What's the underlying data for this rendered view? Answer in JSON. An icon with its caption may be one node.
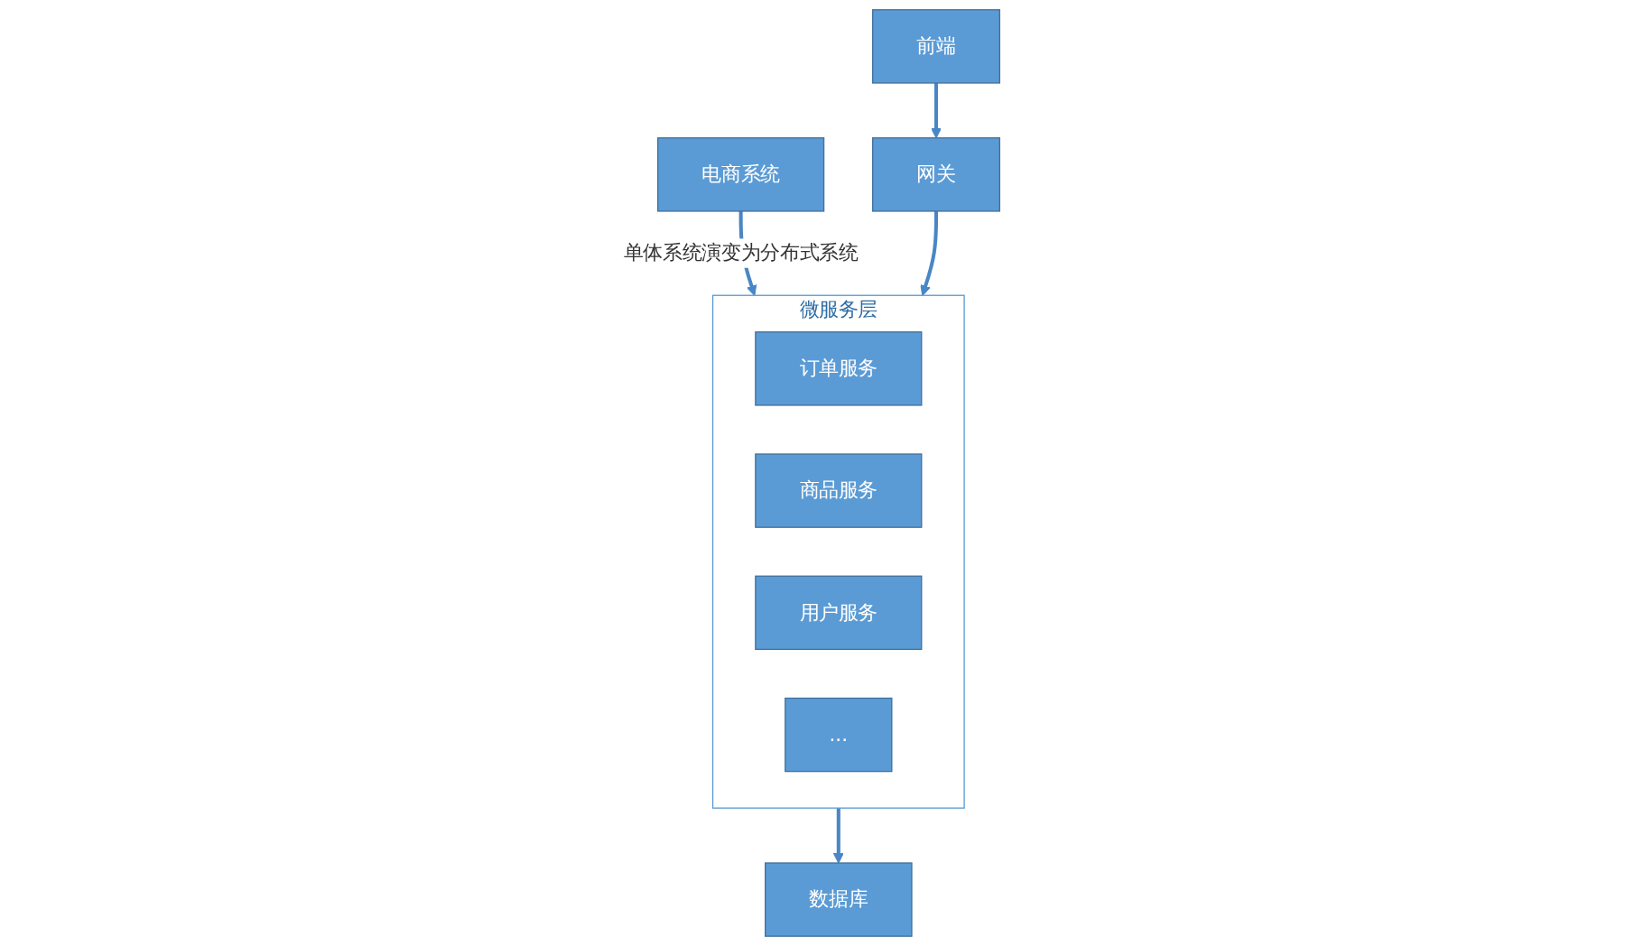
{
  "diagram": {
    "nodes": [
      {
        "text": [
          "电商系统"
        ]
      },
      {
        "text": [
          "前端"
        ]
      },
      {
        "text": [
          "网关"
        ]
      },
      {
        "text": [
          "微服务层"
        ]
      },
      {
        "text": [
          "订单服务"
        ],
        "in": 3
      },
      {
        "text": [
          "商品服务"
        ],
        "in": 3
      },
      {
        "text": [
          "用户服务"
        ],
        "in": 3
      },
      {
        "text": [
          "..."
        ],
        "in": 3
      },
      {
        "text": [
          "数据库"
        ]
      }
    ],
    "edges": [
      {
        "from": 0,
        "to": 3,
        "arrow": "to",
        "label": "单体系统演变为分布式系统"
      },
      {
        "from": 1,
        "to": 2,
        "arrow": "to"
      },
      {
        "from": 2,
        "to": 3,
        "arrow": "to"
      },
      {
        "from": 3,
        "to": 8,
        "arrow": "to"
      }
    ]
  }
}
